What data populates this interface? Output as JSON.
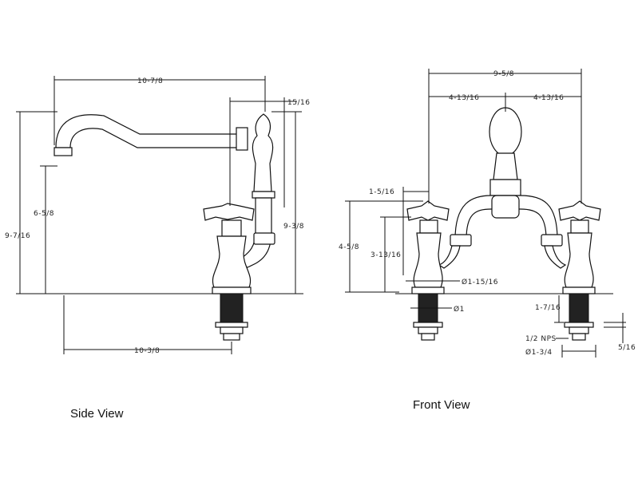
{
  "side_view": {
    "caption": "Side View",
    "dims": {
      "spout_reach": "10-7/8",
      "body_offset": "15/16",
      "spout_height": "6-5/8",
      "overall_height": "9-7/16",
      "body_height": "9-3/8",
      "base_to_spout": "10-3/8"
    }
  },
  "front_view": {
    "caption": "Front View",
    "dims": {
      "overall_width": "9-5/8",
      "left_half": "4-13/16",
      "right_half": "4-13/16",
      "handle_offset": "1-5/16",
      "handle_height": "4-5/8",
      "handle_body_height": "3-13/16",
      "base_diameter": "Ø1-15/16",
      "shank_diameter": "Ø1",
      "shank_length": "1-7/16",
      "thread": "1/2 NPS",
      "nut_diameter": "Ø1-3/4",
      "nut_height": "5/16"
    }
  },
  "colors": {
    "line": "#111111",
    "background": "#ffffff"
  }
}
